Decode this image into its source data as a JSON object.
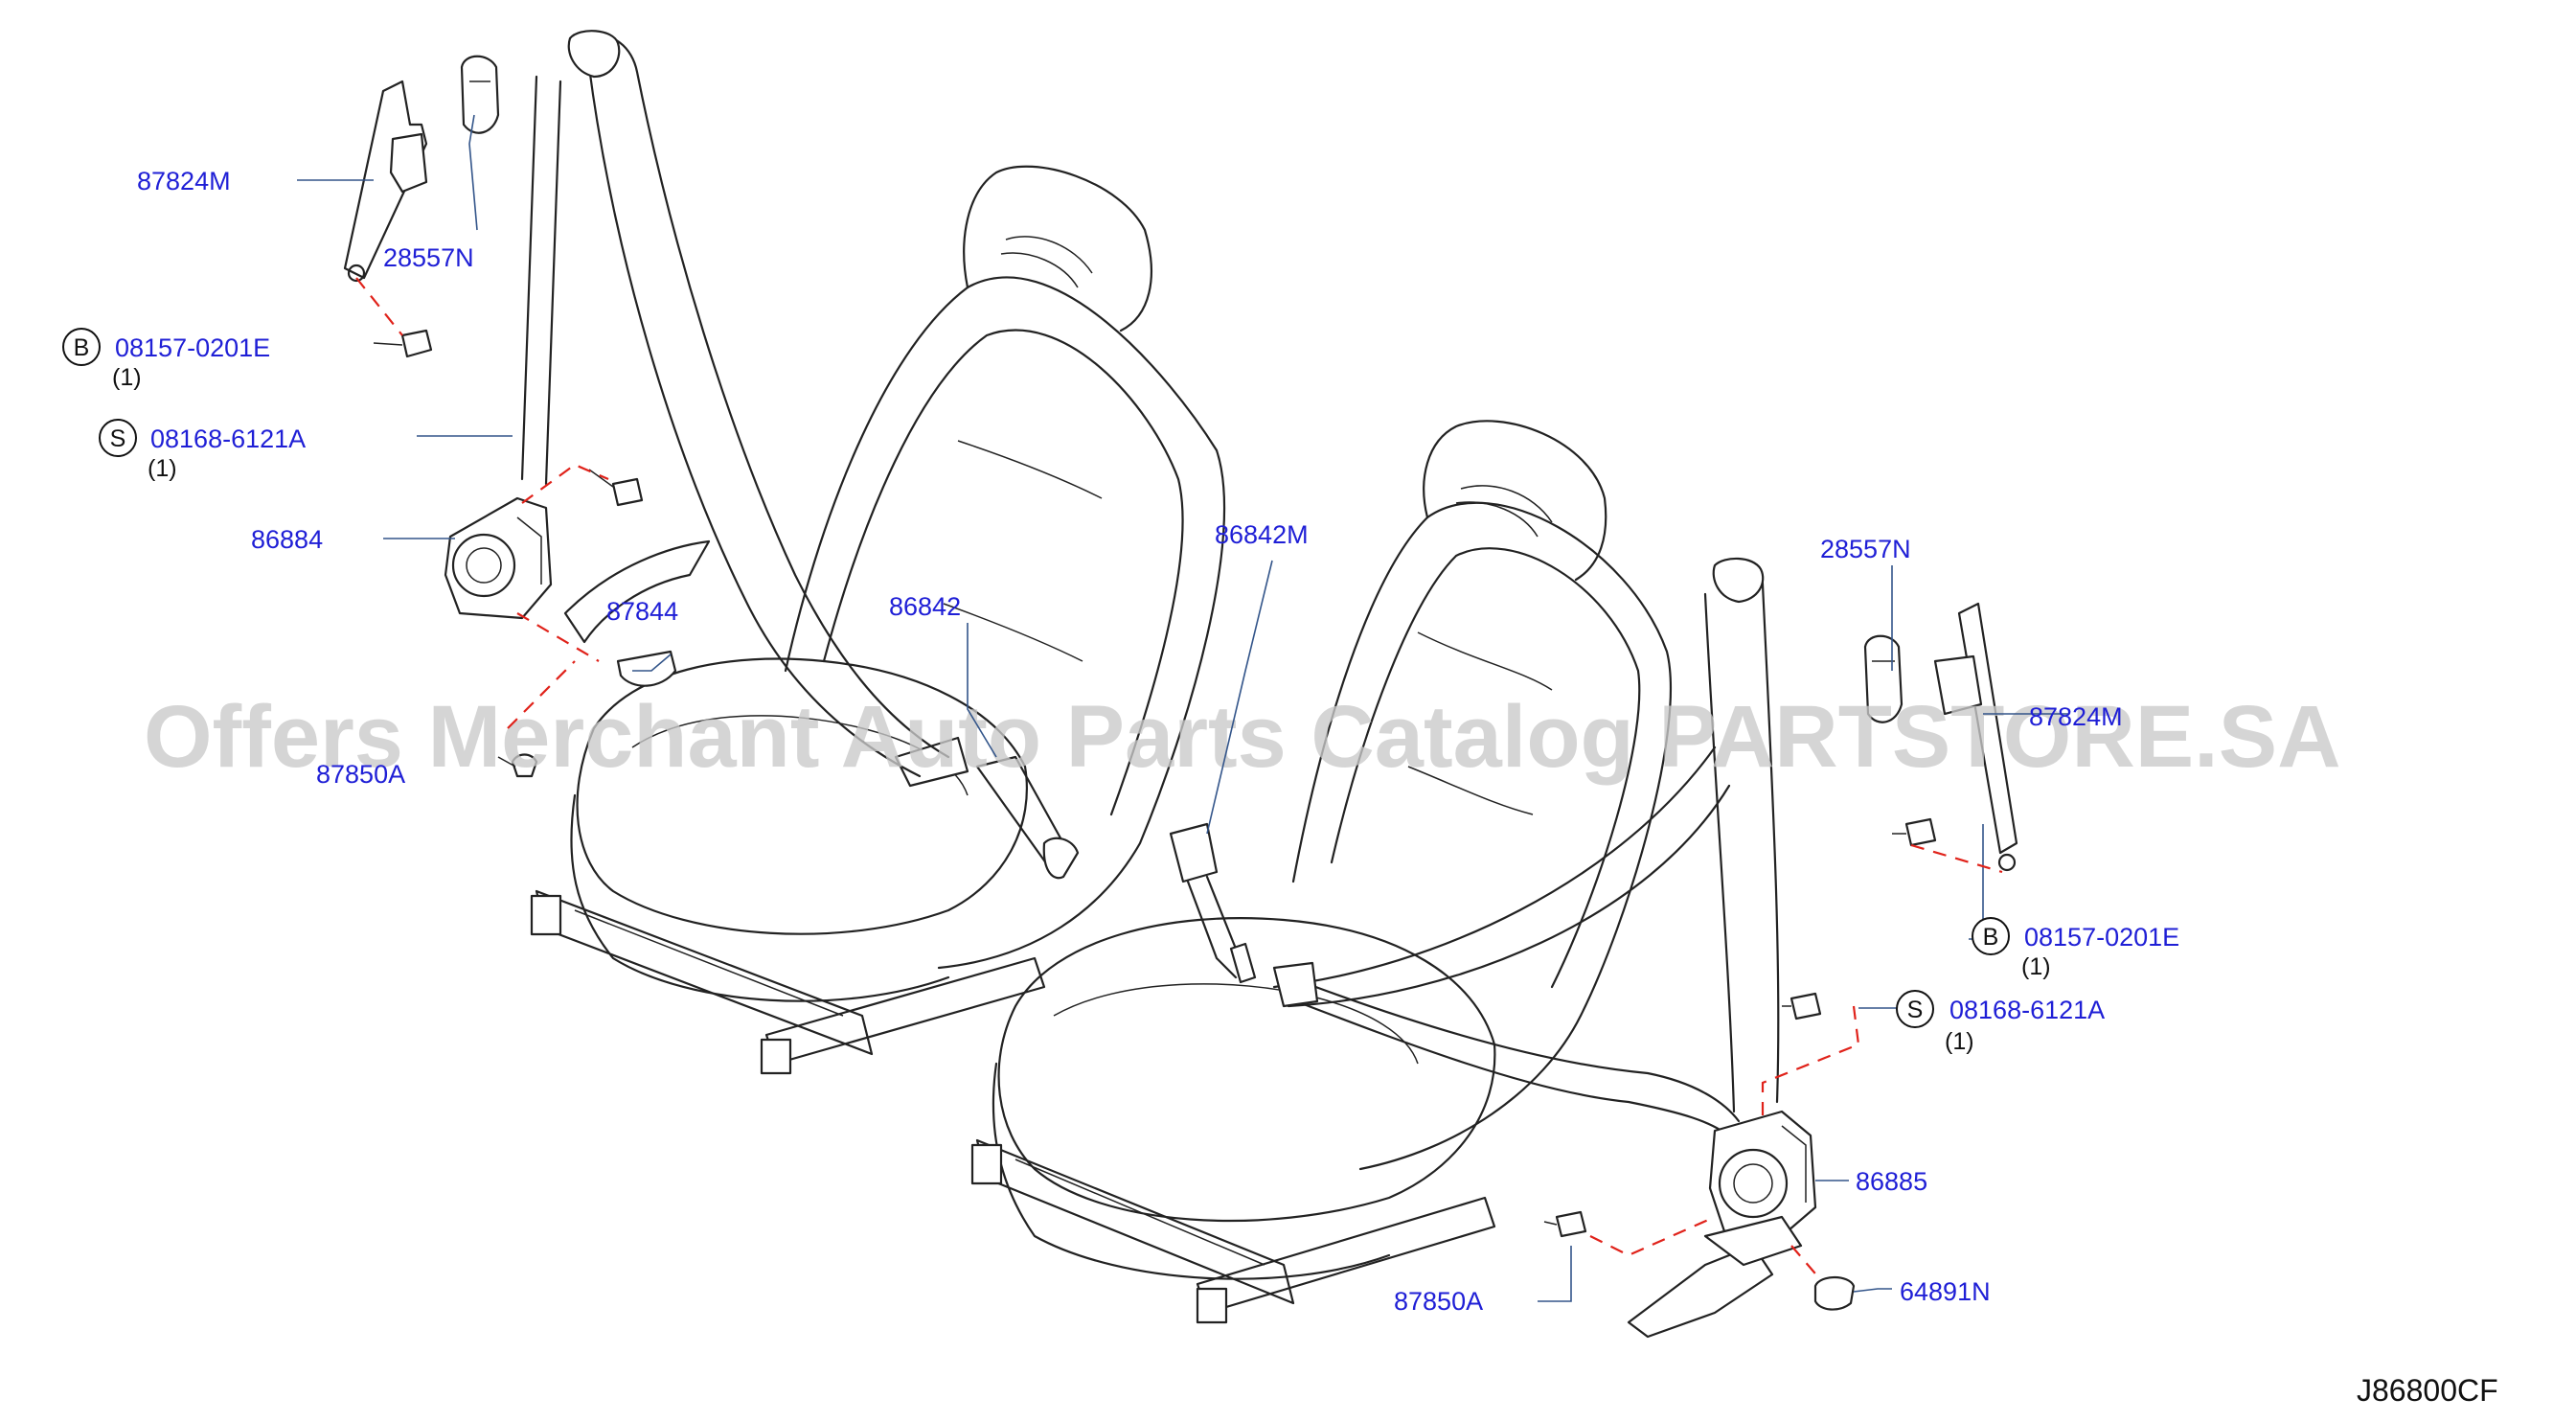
{
  "diagram_code": "J86800CF",
  "watermark": "Offers Merchant Auto Parts Catalog PARTSTORE.SA",
  "colors": {
    "label": "#1f1fd6",
    "leader": "#33558a",
    "dashed_leader": "#e0221a",
    "line_art": "#222222"
  },
  "parts": {
    "p87824m_left": "87824M",
    "p28557n_left": "28557N",
    "p08157_left": "08157-0201E",
    "p08157_left_badge": "B",
    "p08157_left_qty": "(1)",
    "p08168_left": "08168-6121A",
    "p08168_left_badge": "S",
    "p08168_left_qty": "(1)",
    "p86884": "86884",
    "p87844": "87844",
    "p86842": "86842",
    "p87850a_left": "87850A",
    "p86842m": "86842M",
    "p28557n_right": "28557N",
    "p87824m_right": "87824M",
    "p08157_right": "08157-0201E",
    "p08157_right_badge": "B",
    "p08157_right_qty": "(1)",
    "p08168_right": "08168-6121A",
    "p08168_right_badge": "S",
    "p08168_right_qty": "(1)",
    "p86885": "86885",
    "p87850a_right": "87850A",
    "p64891n": "64891N"
  }
}
